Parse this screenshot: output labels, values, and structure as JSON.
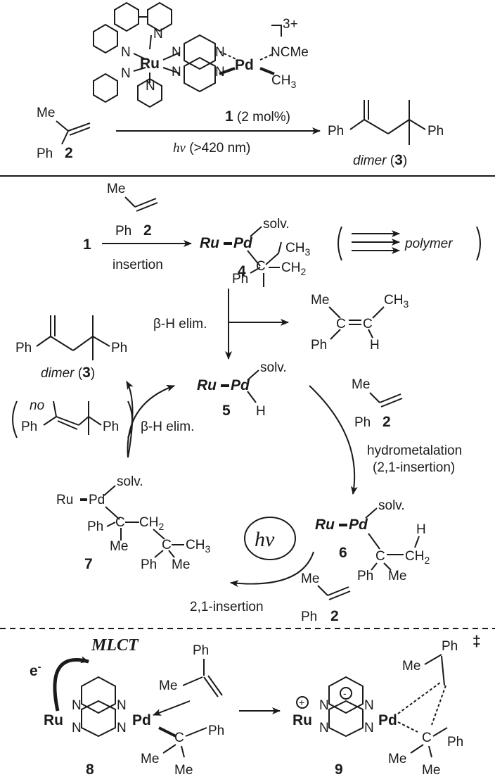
{
  "header": {
    "charge": "3+",
    "ru": "Ru",
    "pd": "Pd",
    "ncme": "NCMe",
    "ch3": "CH",
    "ch3_sub": "3",
    "n": "N"
  },
  "reaction": {
    "me": "Me",
    "ph": "Ph",
    "substrate_num": "2",
    "catalyst_num": "1",
    "catalyst_loading": " (2 mol%)",
    "hv": "hν",
    "wavelength": " (>420 nm)",
    "product_ph_left": "Ph",
    "product_ph_right": "Ph",
    "dimer_label": "dimer",
    "dimer_num": "3"
  },
  "cycle": {
    "start_num": "1",
    "insertion_label": "insertion",
    "me": "Me",
    "ph": "Ph",
    "two": "2",
    "ru": "Ru",
    "pd": "Pd",
    "solv": "solv.",
    "ch3": "CH",
    "three": "3",
    "ch2": "CH",
    "two_sub": "2",
    "int4_num": "4",
    "polymer": "polymer",
    "beta_h_elim": "β-H elim.",
    "c": "C",
    "h": "H",
    "int5_num": "5",
    "dimer_label": "dimer",
    "dimer_num": "3",
    "no": "no",
    "hydrometalation": "hydrometalation",
    "insertion_21": "(2,1-insertion)",
    "int6_num": "6",
    "int7_num": "7",
    "hv": "hν",
    "insertion_21_b": "2,1-insertion"
  },
  "mechanism": {
    "mlct": "MLCT",
    "electron": "e",
    "minus": "-",
    "ru": "Ru",
    "pd": "Pd",
    "ph": "Ph",
    "me": "Me",
    "c": "C",
    "n": "N",
    "int8_num": "8",
    "int9_num": "9",
    "plus": "+",
    "ts": "‡"
  }
}
